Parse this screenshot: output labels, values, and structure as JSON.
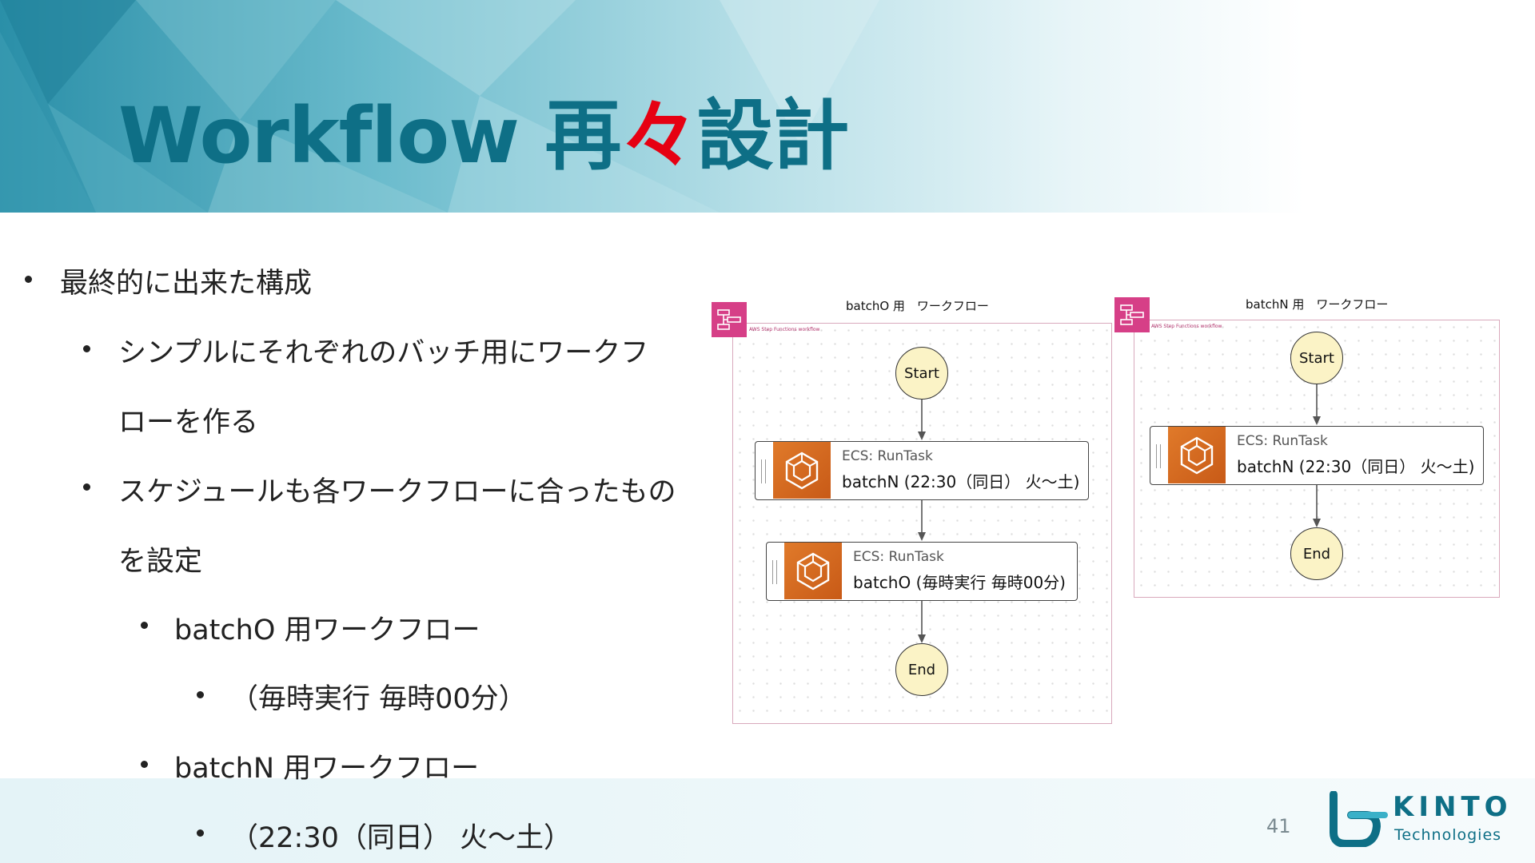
{
  "slide": {
    "title_main": "Workflow 再",
    "title_accent": "々",
    "title_end": "設計",
    "page_number": "41"
  },
  "bullets": [
    {
      "text": "最終的に出来た構成",
      "level": 1
    },
    {
      "text": "シンプルにそれぞれのバッチ用にワークフ",
      "level": 2
    },
    {
      "text": "ローを作る",
      "level": 2,
      "continuation": true
    },
    {
      "text": "スケジュールも各ワークフローに合ったもの",
      "level": 2
    },
    {
      "text": "を設定",
      "level": 2,
      "continuation": true
    },
    {
      "text": "batchO 用ワークフロー",
      "level": 3
    },
    {
      "text": "（毎時実行 毎時00分）",
      "level": 4
    },
    {
      "text": "batchN 用ワークフロー",
      "level": 3
    },
    {
      "text": "（22:30（同日） 火～土）",
      "level": 4
    }
  ],
  "workflows": {
    "batcho": {
      "caption": "batchO 用　ワークフロー",
      "frame_label": "AWS Step Functions workflow",
      "start_label": "Start",
      "end_label": "End",
      "tasks": [
        {
          "type": "ECS: RunTask",
          "name": "batchN (22:30（同日） 火～土)"
        },
        {
          "type": "ECS: RunTask",
          "name": "batchO (毎時実行 毎時00分)"
        }
      ]
    },
    "batchn": {
      "caption": "batchN 用　ワークフロー",
      "frame_label": "AWS Step Functions workflow",
      "start_label": "Start",
      "end_label": "End",
      "tasks": [
        {
          "type": "ECS: RunTask",
          "name": "batchN (22:30（同日） 火～土)"
        }
      ]
    }
  },
  "logo": {
    "name": "KINTO",
    "sub": "Technologies"
  },
  "colors": {
    "title": "#0e6f86",
    "accent": "#e60012",
    "node_fill": "#fbf3c6",
    "ecs_orange": "#d66a20",
    "step_functions_pink": "#d63f87"
  }
}
